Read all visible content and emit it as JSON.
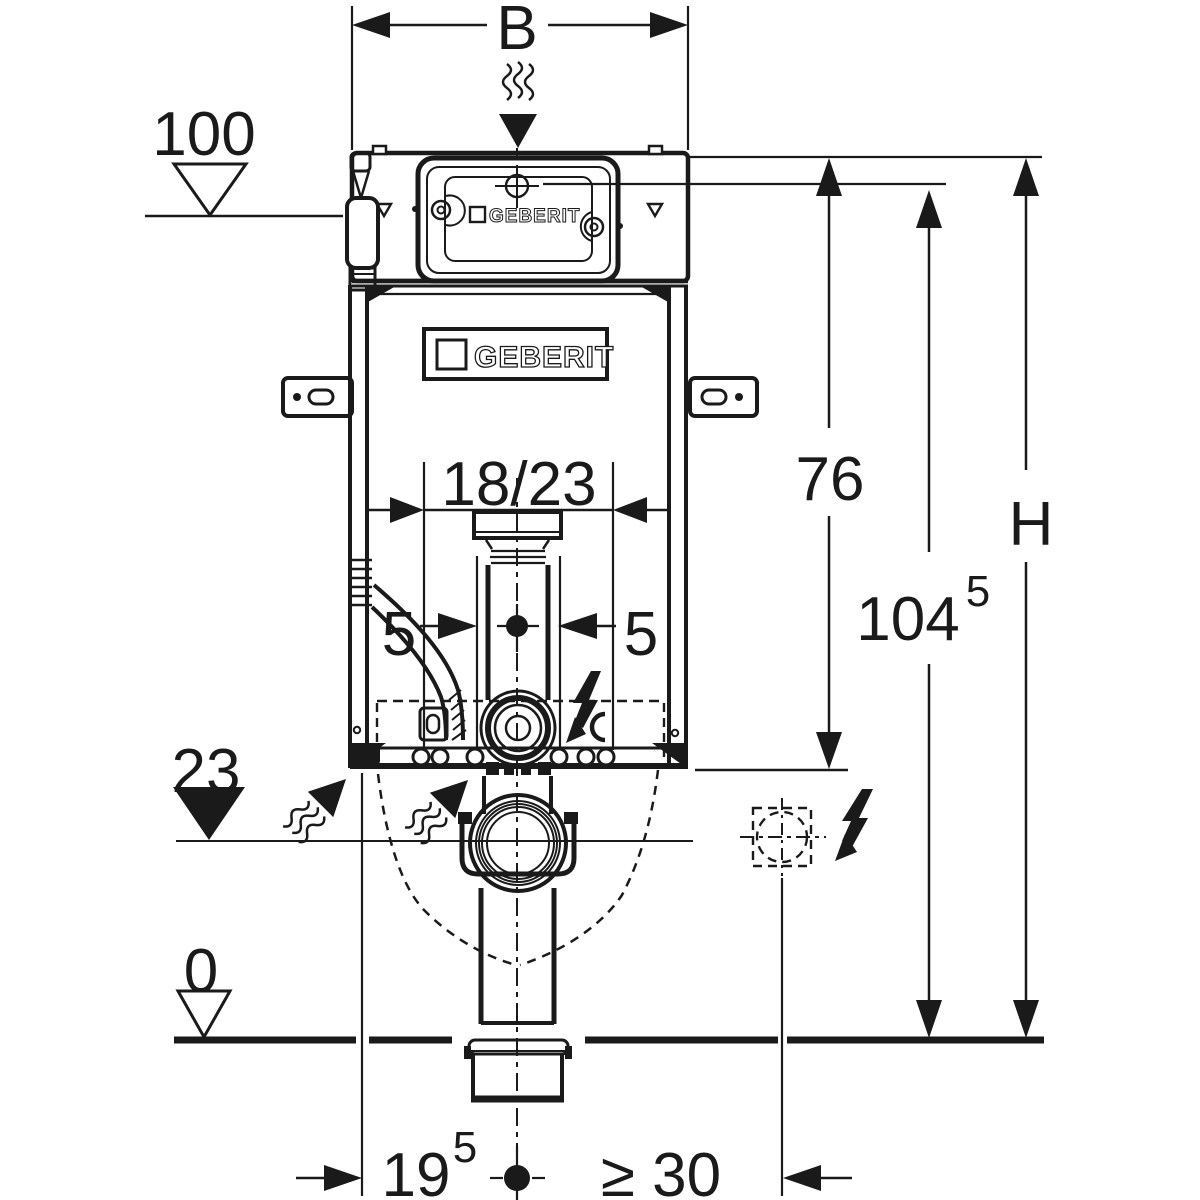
{
  "drawing": {
    "type": "technical installation drawing",
    "subject": "Geberit concealed cistern element, front view with dimensions"
  },
  "labels": {
    "width_top": "B",
    "level_100": "100",
    "flush_pipe_width": "18/23",
    "offset_left": "5",
    "offset_right": "5",
    "level_23": "23",
    "level_0": "0",
    "height_76": "76",
    "height_h": "H",
    "height_104_main": "104",
    "height_104_sup": "5",
    "bottom_left_main": "19",
    "bottom_left_sup": "5",
    "bottom_right_min": "≥ 30",
    "brand_panel": "GEBERIT",
    "brand_frame": "GEBERIT"
  },
  "colors": {
    "ink": "#1a1a1a",
    "paper": "#ffffff"
  }
}
